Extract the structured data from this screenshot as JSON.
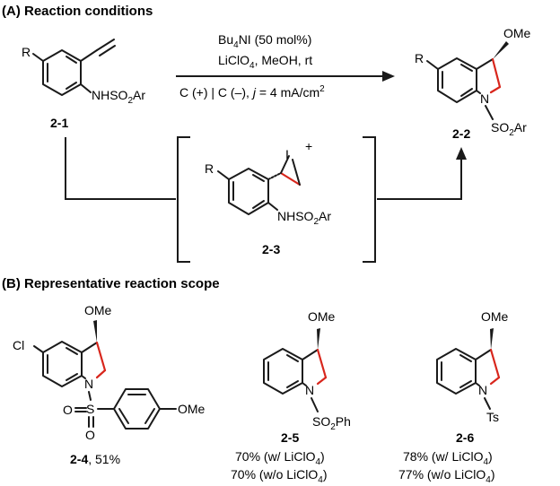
{
  "sectionA": {
    "title": "(A) Reaction conditions",
    "conditions": {
      "line1_pre": "Bu",
      "line1_sub": "4",
      "line1_post": "NI (50 mol%)",
      "line2_pre": "LiClO",
      "line2_sub": "4",
      "line2_post": ", MeOH, rt",
      "line3_pre": "C (+) | C (–), ",
      "line3_j": "j",
      "line3_mid": " = 4 mA/cm",
      "line3_sup": "2"
    },
    "start": {
      "id": "2-1",
      "R": "R",
      "N_label_pre": "NHSO",
      "N_label_sub": "2",
      "N_label_post": "Ar"
    },
    "product": {
      "id": "2-2",
      "R": "R",
      "OMe": "OMe",
      "N": "N",
      "sulfonyl_pre": "SO",
      "sulfonyl_sub": "2",
      "sulfonyl_post": "Ar"
    },
    "intermediate": {
      "id": "2-3",
      "R": "R",
      "I": "I",
      "charge": "+",
      "N_label_pre": "NHSO",
      "N_label_sub": "2",
      "N_label_post": "Ar"
    }
  },
  "sectionB": {
    "title": "(B) Representative reaction scope",
    "compounds": [
      {
        "id": "2-4",
        "yield_text": ", 51%",
        "Cl": "Cl",
        "OMe": "OMe",
        "N": "N",
        "S": "S",
        "O1": "O",
        "O2": "O",
        "aryl_OMe": "OMe"
      },
      {
        "id": "2-5",
        "OMe": "OMe",
        "N": "N",
        "sulfonyl_pre": "SO",
        "sulfonyl_sub": "2",
        "sulfonyl_post": "Ph",
        "yield1_pre": "70% (w/ LiClO",
        "yield1_sub": "4",
        "yield1_post": ")",
        "yield2_pre": "70% (w/o LiClO",
        "yield2_sub": "4",
        "yield2_post": ")"
      },
      {
        "id": "2-6",
        "OMe": "OMe",
        "N": "N",
        "Ts": "Ts",
        "yield1_pre": "78% (w/ LiClO",
        "yield1_sub": "4",
        "yield1_post": ")",
        "yield2_pre": "77% (w/o LiClO",
        "yield2_sub": "4",
        "yield2_post": ")"
      }
    ]
  },
  "colors": {
    "ink": "#1a1a1a",
    "highlight_bond": "#d8261c"
  }
}
